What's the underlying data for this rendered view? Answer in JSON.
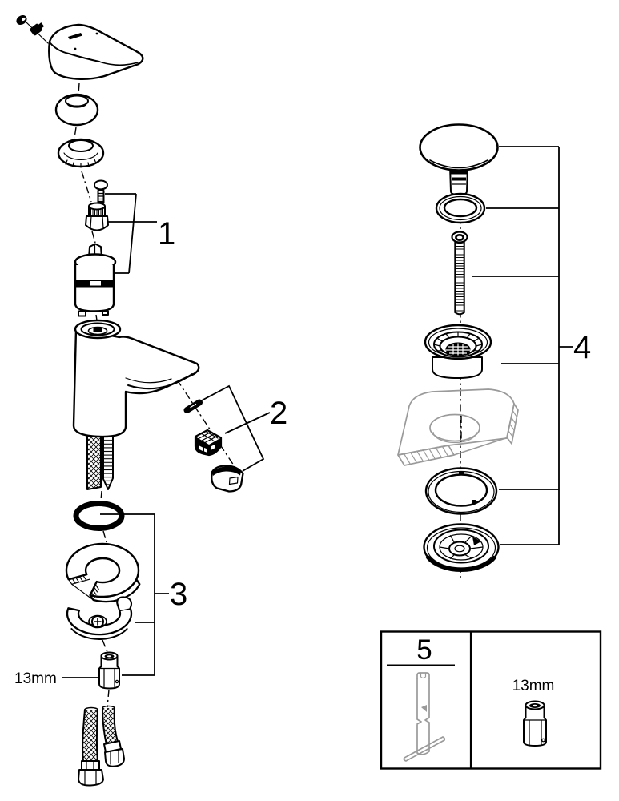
{
  "colors": {
    "ink": "#000000",
    "ghost_gray": "#9a9a9a",
    "background": "#ffffff"
  },
  "callouts": {
    "c1": "1",
    "c2": "2",
    "c3": "3",
    "c4": "4",
    "c5": "5"
  },
  "labels": {
    "wrench_size_main": "13mm",
    "wrench_size_box": "13mm"
  },
  "parts": {
    "faucet_column": [
      "handle-plug-icon",
      "handle-screw-icon",
      "lever-handle-icon",
      "handle-dome-cap-icon",
      "mounting-collar-icon",
      "cartridge-screw-icon",
      "cartridge-nut-icon",
      "cartridge-icon",
      "faucet-body-icon",
      "supply-hose-braided-icon",
      "supply-hose-ribbed-icon",
      "o-ring-icon",
      "stabilizer-plate-icon",
      "mounting-clamp-icon",
      "mounting-nut-icon",
      "connection-hoses-icon"
    ],
    "aerator_group": [
      "aerator-pin-icon",
      "aerator-insert-icon",
      "aerator-housing-icon"
    ],
    "drain_column": [
      "pop-up-plug-icon",
      "plug-seal-icon",
      "lift-rod-icon",
      "drain-flange-icon",
      "basin-cutaway-icon",
      "drain-seal-icon",
      "drain-locknut-icon"
    ],
    "tool_box": [
      "mounting-tool-icon",
      "socket-nut-icon"
    ]
  }
}
